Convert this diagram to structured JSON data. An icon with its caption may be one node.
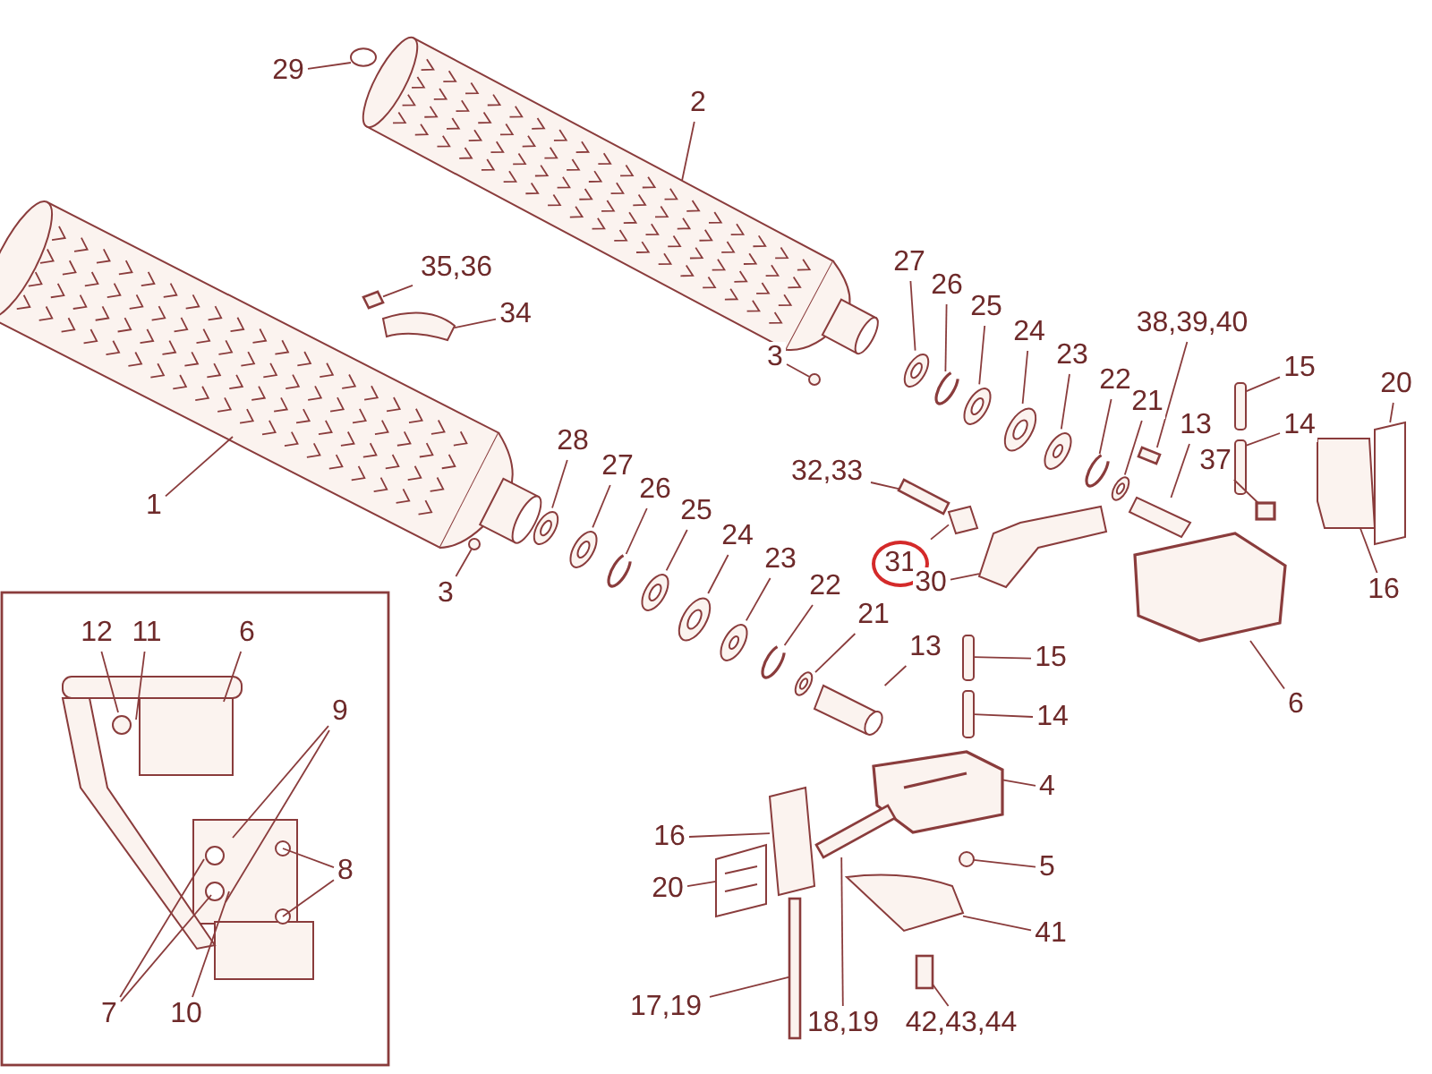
{
  "diagram": {
    "nodes": [
      {
        "text": [
          "29"
        ]
      },
      {
        "text": [
          "2"
        ]
      },
      {
        "text": [
          "35,36"
        ]
      },
      {
        "text": [
          "34"
        ]
      },
      {
        "text": [
          "1"
        ]
      },
      {
        "text": [
          "3"
        ]
      },
      {
        "text": [
          "27"
        ]
      },
      {
        "text": [
          "26"
        ]
      },
      {
        "text": [
          "25"
        ]
      },
      {
        "text": [
          "24"
        ]
      },
      {
        "text": [
          "23"
        ]
      },
      {
        "text": [
          "22"
        ]
      },
      {
        "text": [
          "21"
        ]
      },
      {
        "text": [
          "38,39,40"
        ]
      },
      {
        "text": [
          "13"
        ]
      },
      {
        "text": [
          "37"
        ]
      },
      {
        "text": [
          "15"
        ]
      },
      {
        "text": [
          "14"
        ]
      },
      {
        "text": [
          "20"
        ]
      },
      {
        "text": [
          "16"
        ]
      },
      {
        "text": [
          "32,33"
        ]
      },
      {
        "text": [
          "31"
        ]
      },
      {
        "text": [
          "30"
        ]
      },
      {
        "text": [
          "6"
        ]
      },
      {
        "text": [
          "28"
        ]
      },
      {
        "text": [
          "27"
        ]
      },
      {
        "text": [
          "26"
        ]
      },
      {
        "text": [
          "25"
        ]
      },
      {
        "text": [
          "24"
        ]
      },
      {
        "text": [
          "23"
        ]
      },
      {
        "text": [
          "22"
        ]
      },
      {
        "text": [
          "21"
        ]
      },
      {
        "text": [
          "3"
        ]
      },
      {
        "text": [
          "13"
        ]
      },
      {
        "text": [
          "15"
        ]
      },
      {
        "text": [
          "14"
        ]
      },
      {
        "text": [
          "4"
        ]
      },
      {
        "text": [
          "5"
        ]
      },
      {
        "text": [
          "41"
        ]
      },
      {
        "text": [
          "16"
        ]
      },
      {
        "text": [
          "20"
        ]
      },
      {
        "text": [
          "17,19"
        ]
      },
      {
        "text": [
          "18,19"
        ]
      },
      {
        "text": [
          "42,43,44"
        ]
      },
      {
        "text": [
          "12"
        ]
      },
      {
        "text": [
          "11"
        ]
      },
      {
        "text": [
          "6"
        ]
      },
      {
        "text": [
          "9"
        ]
      },
      {
        "text": [
          "8"
        ]
      },
      {
        "text": [
          "7"
        ]
      },
      {
        "text": [
          "10"
        ]
      },
      {
        "text": [],
        "shape": "cylinder"
      },
      {
        "text": [],
        "shape": "cylinder"
      },
      {
        "text": [],
        "shape": "circle"
      },
      {
        "text": [],
        "shape": "bolt"
      },
      {
        "text": [],
        "shape": "plate"
      },
      {
        "text": [],
        "shape": "nut"
      },
      {
        "text": [],
        "shape": "nut"
      },
      {
        "text": [],
        "shape": "circle"
      },
      {
        "text": [],
        "shape": "circle"
      },
      {
        "text": [],
        "shape": "circle"
      },
      {
        "text": [],
        "shape": "circle"
      },
      {
        "text": [],
        "shape": "circle"
      },
      {
        "text": [],
        "shape": "circle"
      },
      {
        "text": [],
        "shape": "circle"
      },
      {
        "text": [],
        "shape": "circle"
      },
      {
        "text": [],
        "shape": "circle"
      },
      {
        "text": [],
        "shape": "circle"
      },
      {
        "text": [],
        "shape": "circle"
      },
      {
        "text": [],
        "shape": "circle"
      },
      {
        "text": [],
        "shape": "circle"
      },
      {
        "text": [],
        "shape": "circle"
      },
      {
        "text": [],
        "shape": "circle"
      },
      {
        "text": [],
        "shape": "bolt"
      },
      {
        "text": [],
        "shape": "cylinder"
      },
      {
        "text": [],
        "shape": "block"
      },
      {
        "text": [],
        "shape": "pin"
      },
      {
        "text": [],
        "shape": "pin"
      },
      {
        "text": [],
        "shape": "plate"
      },
      {
        "text": [],
        "shape": "plate"
      },
      {
        "text": [],
        "shape": "bolt"
      },
      {
        "text": [],
        "shape": "plate"
      },
      {
        "text": [],
        "shape": "plate"
      },
      {
        "text": [],
        "shape": "block"
      },
      {
        "text": [],
        "shape": "cylinder"
      },
      {
        "text": [],
        "shape": "pin"
      },
      {
        "text": [],
        "shape": "pin"
      },
      {
        "text": [],
        "shape": "block"
      },
      {
        "text": [],
        "shape": "nut"
      },
      {
        "text": [],
        "shape": "plate"
      },
      {
        "text": [],
        "shape": "plate"
      },
      {
        "text": [],
        "shape": "plate"
      },
      {
        "text": [],
        "shape": "bolt"
      },
      {
        "text": [],
        "shape": "bolt"
      },
      {
        "text": [],
        "shape": "bolt"
      },
      {
        "text": [],
        "shape": "picture"
      }
    ],
    "edges": [
      {
        "from": 0,
        "to": 53,
        "arrow": "none"
      },
      {
        "from": 1,
        "to": 52,
        "arrow": "none"
      },
      {
        "from": 2,
        "to": 54,
        "arrow": "none"
      },
      {
        "from": 3,
        "to": 55,
        "arrow": "none"
      },
      {
        "from": 4,
        "to": 51,
        "arrow": "none"
      },
      {
        "from": 5,
        "to": 56,
        "arrow": "none"
      },
      {
        "from": 6,
        "to": 66,
        "arrow": "none"
      },
      {
        "from": 7,
        "to": 67,
        "arrow": "none"
      },
      {
        "from": 8,
        "to": 68,
        "arrow": "none"
      },
      {
        "from": 9,
        "to": 69,
        "arrow": "none"
      },
      {
        "from": 10,
        "to": 70,
        "arrow": "none"
      },
      {
        "from": 11,
        "to": 71,
        "arrow": "none"
      },
      {
        "from": 12,
        "to": 72,
        "arrow": "none"
      },
      {
        "from": 13,
        "to": 73,
        "arrow": "none"
      },
      {
        "from": 14,
        "to": 74,
        "arrow": "none"
      },
      {
        "from": 15,
        "to": 75,
        "arrow": "none"
      },
      {
        "from": 16,
        "to": 76,
        "arrow": "none"
      },
      {
        "from": 17,
        "to": 77,
        "arrow": "none"
      },
      {
        "from": 18,
        "to": 78,
        "arrow": "none"
      },
      {
        "from": 19,
        "to": 79,
        "arrow": "none"
      },
      {
        "from": 20,
        "to": 80,
        "arrow": "none"
      },
      {
        "from": 21,
        "to": 81,
        "arrow": "none"
      },
      {
        "from": 22,
        "to": 82,
        "arrow": "none"
      },
      {
        "from": 23,
        "to": 83,
        "arrow": "none"
      },
      {
        "from": 24,
        "to": 58,
        "arrow": "none"
      },
      {
        "from": 25,
        "to": 59,
        "arrow": "none"
      },
      {
        "from": 26,
        "to": 60,
        "arrow": "none"
      },
      {
        "from": 27,
        "to": 61,
        "arrow": "none"
      },
      {
        "from": 28,
        "to": 62,
        "arrow": "none"
      },
      {
        "from": 29,
        "to": 63,
        "arrow": "none"
      },
      {
        "from": 30,
        "to": 64,
        "arrow": "none"
      },
      {
        "from": 31,
        "to": 65,
        "arrow": "none"
      },
      {
        "from": 32,
        "to": 57,
        "arrow": "none"
      },
      {
        "from": 33,
        "to": 84,
        "arrow": "none"
      },
      {
        "from": 34,
        "to": 85,
        "arrow": "none"
      },
      {
        "from": 35,
        "to": 86,
        "arrow": "none"
      },
      {
        "from": 36,
        "to": 87,
        "arrow": "none"
      },
      {
        "from": 37,
        "to": 88,
        "arrow": "none"
      },
      {
        "from": 38,
        "to": 89,
        "arrow": "none"
      },
      {
        "from": 39,
        "to": 90,
        "arrow": "none"
      },
      {
        "from": 40,
        "to": 91,
        "arrow": "none"
      },
      {
        "from": 41,
        "to": 92,
        "arrow": "none"
      },
      {
        "from": 42,
        "to": 93,
        "arrow": "none"
      },
      {
        "from": 43,
        "to": 94,
        "arrow": "none"
      },
      {
        "from": 44,
        "to": 95,
        "arrow": "none"
      },
      {
        "from": 45,
        "to": 95,
        "arrow": "none"
      },
      {
        "from": 46,
        "to": 95,
        "arrow": "none"
      },
      {
        "from": 47,
        "to": 95,
        "arrow": "none"
      },
      {
        "from": 47,
        "to": 95,
        "arrow": "none"
      },
      {
        "from": 48,
        "to": 95,
        "arrow": "none"
      },
      {
        "from": 48,
        "to": 95,
        "arrow": "none"
      },
      {
        "from": 49,
        "to": 95,
        "arrow": "none"
      },
      {
        "from": 49,
        "to": 95,
        "arrow": "none"
      },
      {
        "from": 50,
        "to": 95,
        "arrow": "none"
      }
    ]
  }
}
